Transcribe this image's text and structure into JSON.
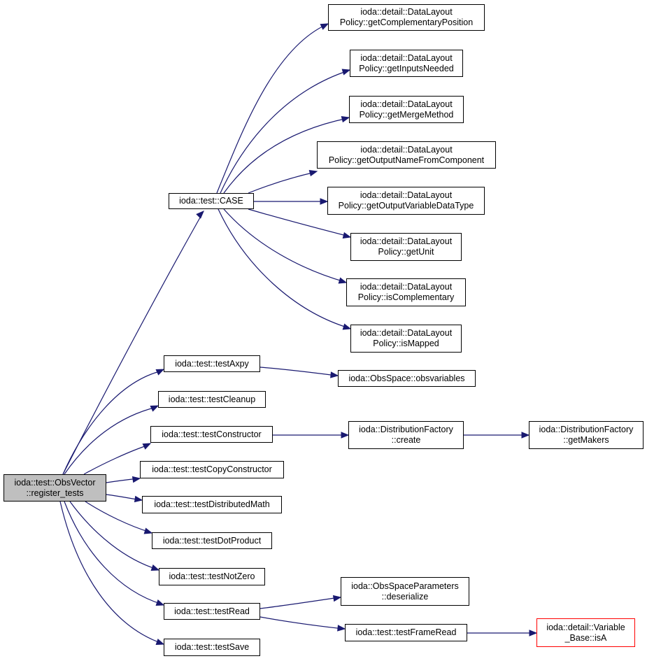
{
  "colors": {
    "edge": "#191970",
    "root_fill": "#bfbfbf",
    "highlight_border": "#ff0000"
  },
  "nodes": {
    "register_tests": {
      "lines": [
        "ioda::test::ObsVector",
        "::register_tests"
      ]
    },
    "case": {
      "lines": [
        "ioda::test::CASE"
      ]
    },
    "getComplementaryPosition": {
      "lines": [
        "ioda::detail::DataLayout",
        "Policy::getComplementaryPosition"
      ]
    },
    "getInputsNeeded": {
      "lines": [
        "ioda::detail::DataLayout",
        "Policy::getInputsNeeded"
      ]
    },
    "getMergeMethod": {
      "lines": [
        "ioda::detail::DataLayout",
        "Policy::getMergeMethod"
      ]
    },
    "getOutputNameFromComponent": {
      "lines": [
        "ioda::detail::DataLayout",
        "Policy::getOutputNameFromComponent"
      ]
    },
    "getOutputVariableDataType": {
      "lines": [
        "ioda::detail::DataLayout",
        "Policy::getOutputVariableDataType"
      ]
    },
    "getUnit": {
      "lines": [
        "ioda::detail::DataLayout",
        "Policy::getUnit"
      ]
    },
    "isComplementary": {
      "lines": [
        "ioda::detail::DataLayout",
        "Policy::isComplementary"
      ]
    },
    "isMapped": {
      "lines": [
        "ioda::detail::DataLayout",
        "Policy::isMapped"
      ]
    },
    "testAxpy": {
      "lines": [
        "ioda::test::testAxpy"
      ]
    },
    "obsvariables": {
      "lines": [
        "ioda::ObsSpace::obsvariables"
      ]
    },
    "testCleanup": {
      "lines": [
        "ioda::test::testCleanup"
      ]
    },
    "testConstructor": {
      "lines": [
        "ioda::test::testConstructor"
      ]
    },
    "create": {
      "lines": [
        "ioda::DistributionFactory",
        "::create"
      ]
    },
    "getMakers": {
      "lines": [
        "ioda::DistributionFactory",
        "::getMakers"
      ]
    },
    "testCopyConstructor": {
      "lines": [
        "ioda::test::testCopyConstructor"
      ]
    },
    "testDistributedMath": {
      "lines": [
        "ioda::test::testDistributedMath"
      ]
    },
    "testDotProduct": {
      "lines": [
        "ioda::test::testDotProduct"
      ]
    },
    "testNotZero": {
      "lines": [
        "ioda::test::testNotZero"
      ]
    },
    "testRead": {
      "lines": [
        "ioda::test::testRead"
      ]
    },
    "deserialize": {
      "lines": [
        "ioda::ObsSpaceParameters",
        "::deserialize"
      ]
    },
    "testFrameRead": {
      "lines": [
        "ioda::test::testFrameRead"
      ]
    },
    "isA": {
      "lines": [
        "ioda::detail::Variable",
        "_Base::isA"
      ]
    },
    "testSave": {
      "lines": [
        "ioda::test::testSave"
      ]
    }
  },
  "edges": [
    [
      "register_tests",
      "case"
    ],
    [
      "register_tests",
      "testAxpy"
    ],
    [
      "register_tests",
      "testCleanup"
    ],
    [
      "register_tests",
      "testConstructor"
    ],
    [
      "register_tests",
      "testCopyConstructor"
    ],
    [
      "register_tests",
      "testDistributedMath"
    ],
    [
      "register_tests",
      "testDotProduct"
    ],
    [
      "register_tests",
      "testNotZero"
    ],
    [
      "register_tests",
      "testRead"
    ],
    [
      "register_tests",
      "testSave"
    ],
    [
      "case",
      "getComplementaryPosition"
    ],
    [
      "case",
      "getInputsNeeded"
    ],
    [
      "case",
      "getMergeMethod"
    ],
    [
      "case",
      "getOutputNameFromComponent"
    ],
    [
      "case",
      "getOutputVariableDataType"
    ],
    [
      "case",
      "getUnit"
    ],
    [
      "case",
      "isComplementary"
    ],
    [
      "case",
      "isMapped"
    ],
    [
      "testAxpy",
      "obsvariables"
    ],
    [
      "testConstructor",
      "create"
    ],
    [
      "create",
      "getMakers"
    ],
    [
      "testRead",
      "deserialize"
    ],
    [
      "testRead",
      "testFrameRead"
    ],
    [
      "testFrameRead",
      "isA"
    ]
  ]
}
